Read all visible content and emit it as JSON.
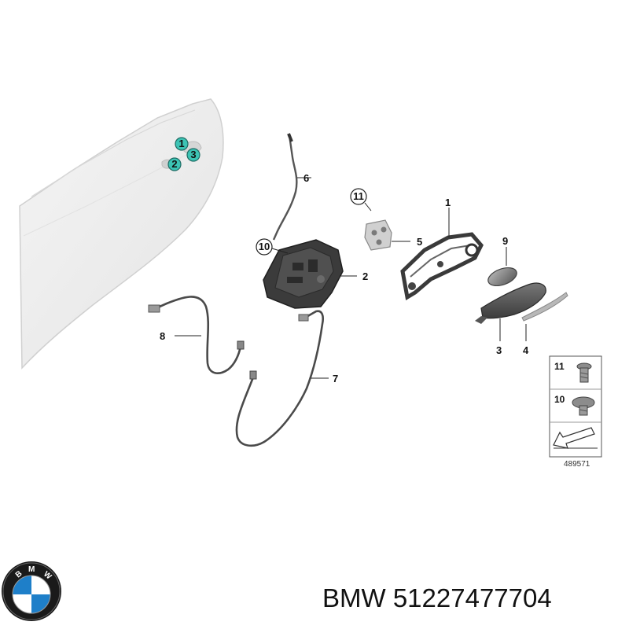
{
  "diagram": {
    "door_callouts": [
      "1",
      "2",
      "3"
    ],
    "callouts": {
      "c1": "1",
      "c2": "2",
      "c3": "3",
      "c4": "4",
      "c5": "5",
      "c6": "6",
      "c7": "7",
      "c8": "8",
      "c9": "9",
      "c10": "10",
      "c11": "11"
    },
    "legend": {
      "items": [
        {
          "label": "11",
          "icon": "bolt-icon"
        },
        {
          "label": "10",
          "icon": "screw-icon"
        }
      ],
      "reference": "489571"
    }
  },
  "caption": {
    "brand": "BMW",
    "part_number": "51227477704"
  },
  "colors": {
    "door_callout_fill": "#3cc3b4",
    "line": "#222222",
    "part_dark": "#3b3b3b",
    "part_grey": "#8a8a8a"
  }
}
